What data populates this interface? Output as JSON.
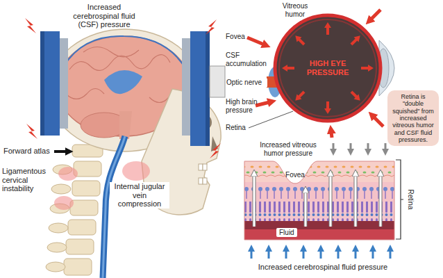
{
  "diagram": {
    "nodes": [
      {
        "text": [
          "HIGH EYE PRESSURE"
        ]
      },
      {
        "text": [
          "Retina is \"double squished\" from increased vitreous humor and CSF fluid pressures."
        ]
      },
      {
        "text": [
          "Fluid"
        ]
      }
    ],
    "labels": [
      "Increased cerebrospinal fluid (CSF) pressure",
      "Forward atlas",
      "Ligamentous cervical instability",
      "Internal jugular vein compression",
      "Vitreous humor",
      "Fovea",
      "CSF accumulation",
      "Optic nerve",
      "High brain pressure",
      "Retina",
      "Increased vitreous humor pressure",
      "Fovea",
      "Retina",
      "Increased cerebrospinal fluid pressure"
    ]
  }
}
